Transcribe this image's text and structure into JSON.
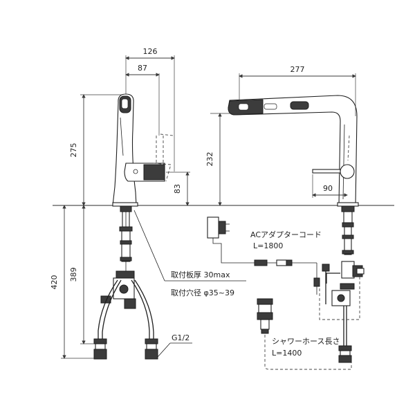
{
  "dimensions": {
    "overall_depth": "126",
    "spout_reach": "87",
    "spout_height": "275",
    "handle_height": "83",
    "below_counter_total": "420",
    "below_counter_hose": "389",
    "front_overall_width": "277",
    "front_spout_height": "232",
    "front_handle_offset": "90"
  },
  "labels": {
    "counter_thickness": "取付板厚 30max",
    "mounting_hole": "取付穴径 φ35~39",
    "thread": "G1/2",
    "ac_cord_title": "ACアダプターコード",
    "ac_cord_length": "L=1800",
    "shower_hose_title": "シャワーホース長さ",
    "shower_hose_length": "L=1400"
  },
  "colors": {
    "line": "#1e1e1e",
    "fill_dark": "#3c3c3c",
    "background": "#ffffff"
  }
}
